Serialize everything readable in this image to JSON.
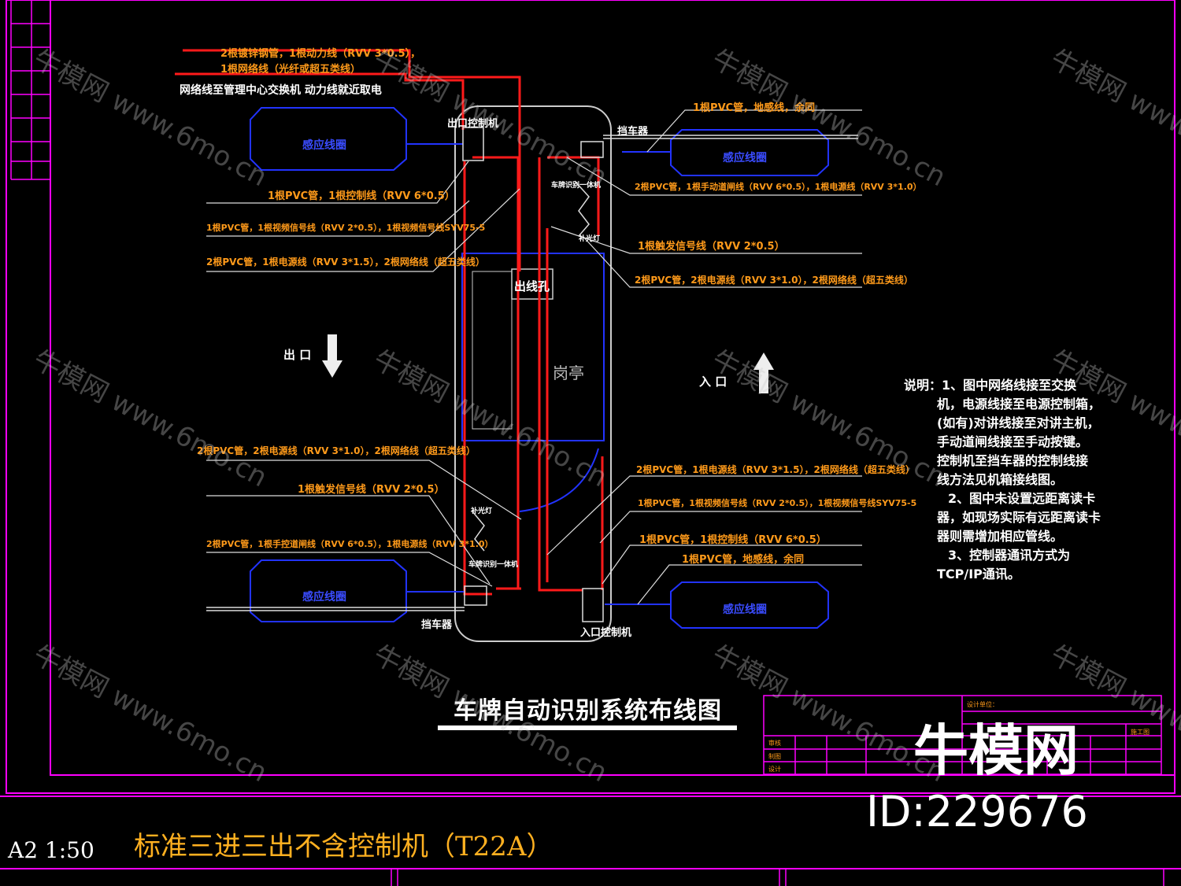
{
  "top_labels": {
    "line1": "2根镀锌钢管，1根动力线（RVV 3*0.5），",
    "line2": "1根网络线（光纤或超五类线）",
    "line3": "网络线至管理中心交换机 动力线就近取电"
  },
  "components": {
    "exit_controller": "出口控制机",
    "barrier_top": "挡车器",
    "barrier_bottom": "挡车器",
    "entry_controller": "入口控制机",
    "cable_hole": "出线孔",
    "booth": "岗亭",
    "loop": "感应线圈",
    "camera_top": "车牌识别一体机",
    "camera_top_sub": "补光灯",
    "camera_bottom": "补光灯",
    "camera_bottom_sub": "车牌识别一体机"
  },
  "directions": {
    "exit": "出 口",
    "entry": "入 口"
  },
  "left_cable_labels": [
    "1根PVC管，1根控制线（RVV 6*0.5）",
    "1根PVC管，1根视频信号线（RVV 2*0.5），1根视频信号线SYV75-5",
    "2根PVC管，1根电源线（RVV 3*1.5），2根网络线（超五类线）",
    "2根PVC管，2根电源线（RVV 3*1.0），2根网络线（超五类线）",
    "1根触发信号线（RVV 2*0.5）",
    "2根PVC管，1根手控道闸线（RVV 6*0.5），1根电源线（RVV 3*1.0）"
  ],
  "right_cable_labels": [
    "1根PVC管，地感线，余同",
    "2根PVC管，1根手动道闸线（RVV 6*0.5），1根电源线（RVV 3*1.0）",
    "1根触发信号线（RVV 2*0.5）",
    "2根PVC管，2根电源线（RVV 3*1.0），2根网络线（超五类线）",
    "2根PVC管，1根电源线（RVV 3*1.5），2根网络线（超五类线）",
    "1根PVC管，1根视频信号线（RVV 2*0.5），1根视频信号线SYV75-5",
    "1根PVC管，1根控制线（RVV 6*0.5）",
    "1根PVC管，地感线，余同"
  ],
  "notes": [
    "说明：1、图中网络线接至交换",
    "机，电源线接至电源控制箱，",
    "(如有)对讲线接至对讲主机，",
    "手动道闸线接至手动按键。",
    "控制机至挡车器的控制线接",
    "线方法见机箱接线图。",
    "2、图中未设置远距离读卡",
    "器，如现场实际有远距离读卡",
    "器则需增加相应管线。",
    "3、控制器通讯方式为",
    "TCP/IP通讯。"
  ],
  "diagram_title": "车牌自动识别系统布线图",
  "sheet": {
    "scale": "A2 1:50",
    "drawing_name": "标准三进三出不含控制机（T22A）"
  },
  "title_block": {
    "row1": "设计单位：",
    "row2": "审核",
    "row3": "制图",
    "row4": "设计",
    "row5": "施工图"
  },
  "watermark": {
    "text": "牛模网 www.6mo.cn",
    "brand": "牛模网",
    "id": "ID:229676"
  },
  "colors": {
    "frame": "#ff00ff",
    "cable": "#ff1a1a",
    "loop": "#2233ff",
    "label": "#ff9a1a",
    "outline": "#cccccc"
  }
}
